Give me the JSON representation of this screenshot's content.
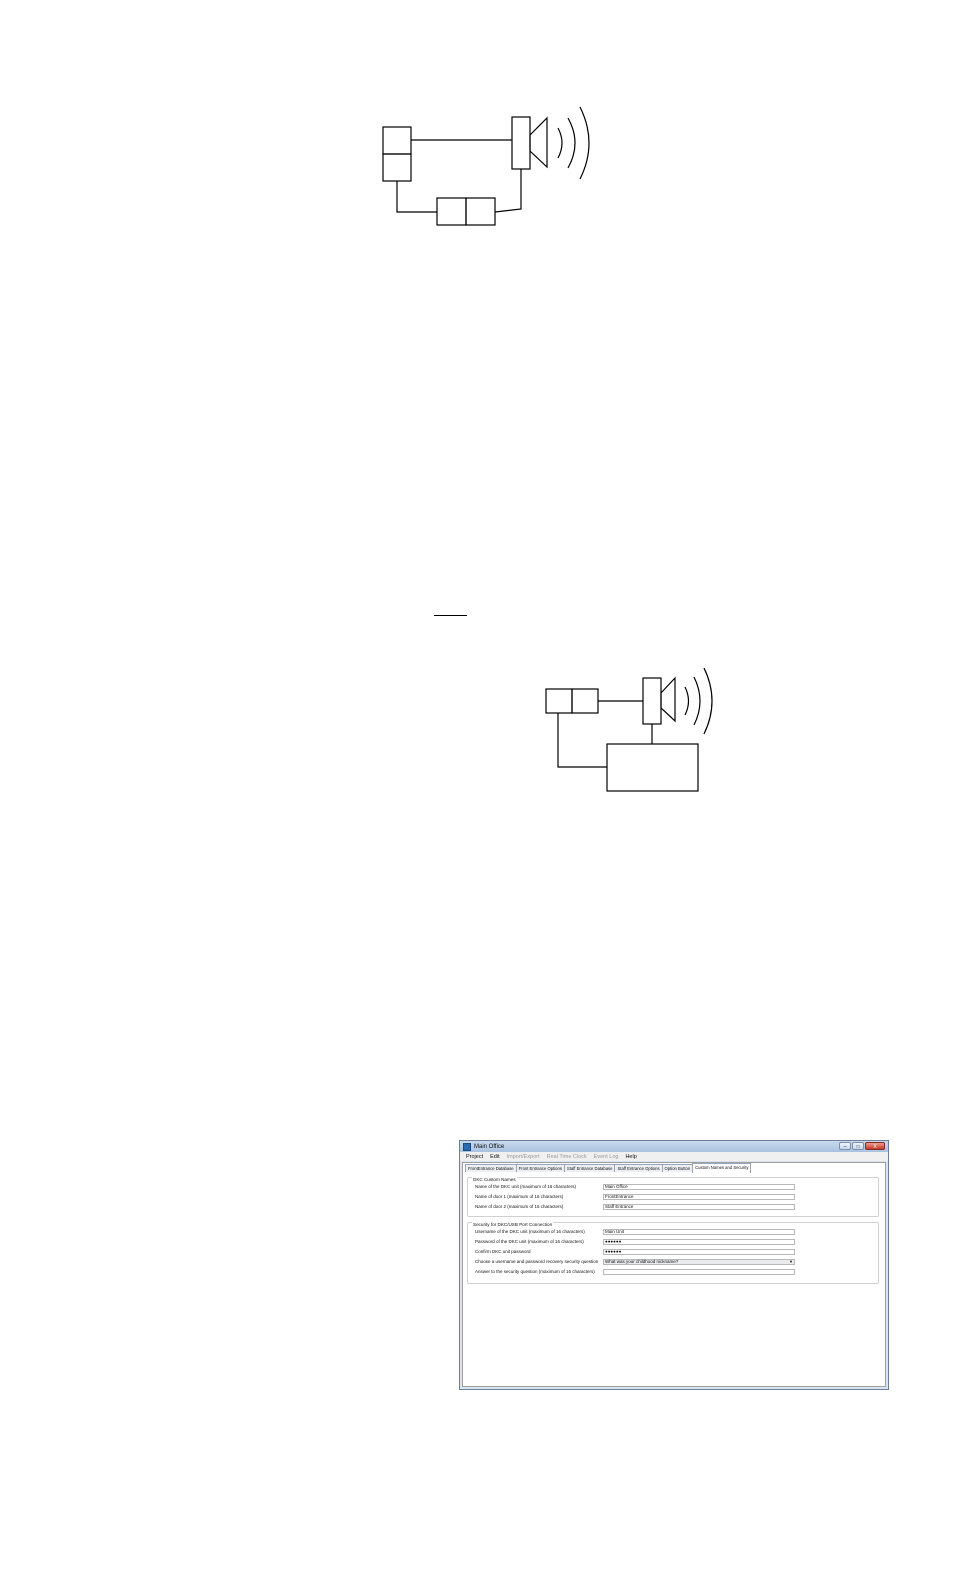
{
  "window": {
    "title": "Main Office",
    "controls": {
      "minimize": "–",
      "maximize": "□",
      "close": "X"
    }
  },
  "menu": [
    {
      "label": "Project",
      "enabled": true
    },
    {
      "label": "Edit",
      "enabled": true
    },
    {
      "label": "Import/Export",
      "enabled": false
    },
    {
      "label": "Real Time Clock",
      "enabled": false
    },
    {
      "label": "Event Log",
      "enabled": false
    },
    {
      "label": "Help",
      "enabled": true
    }
  ],
  "tabs": [
    "FrontEntrance Database",
    "Front Entrance Options",
    "Staff Entrance Database",
    "Staff Entrance Options",
    "Option Button",
    "Custom Names and Security"
  ],
  "active_tab": 5,
  "custom_names": {
    "title": "DKC Custom Names",
    "rows": [
      {
        "label": "Name of the DKC unit (maximum of 16 characters)",
        "value": "Main Office"
      },
      {
        "label": "Name of door 1 (maximum of 16 characters)",
        "value": "FrontEntrance"
      },
      {
        "label": "Name of door 2 (maximum of 16 characters)",
        "value": "Staff Entrance"
      }
    ]
  },
  "security": {
    "title": "Security for DKC/USB Port Connection",
    "rows": [
      {
        "label": "Username of the DKC unit (maximum of 16 characters)",
        "value": "Main Unit"
      },
      {
        "label": "Password of the DKC unit (maximum of 16 characters)",
        "value": "●●●●●●"
      },
      {
        "label": "Confirm DKC unit password",
        "value": "●●●●●●"
      },
      {
        "label": "Choose a username and password recovery security question",
        "value": "What was your childhood nickname?"
      },
      {
        "label": "Answer to the security question (maximum of 16 characters)",
        "value": ""
      }
    ]
  }
}
